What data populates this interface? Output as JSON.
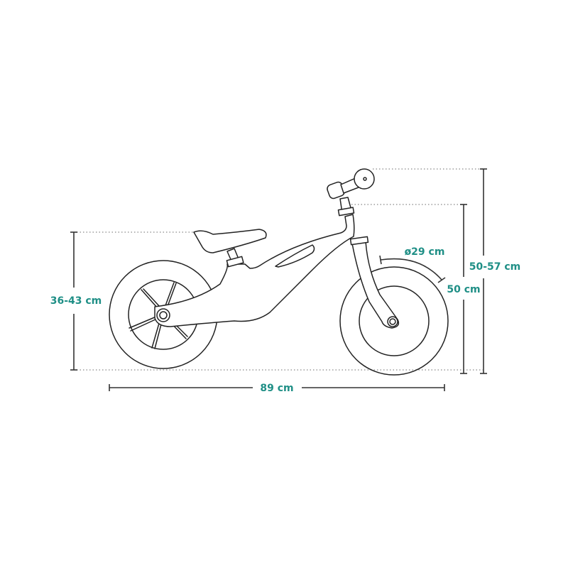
{
  "title": "Balance bike dimensions",
  "accent_color": "#1f8f86",
  "line_color": "#222222",
  "dimensions": {
    "seat_height": "36-43 cm",
    "total_length": "89 cm",
    "wheel_diameter": "ø29 cm",
    "frame_height": "50 cm",
    "handlebar_height": "50-57 cm"
  }
}
